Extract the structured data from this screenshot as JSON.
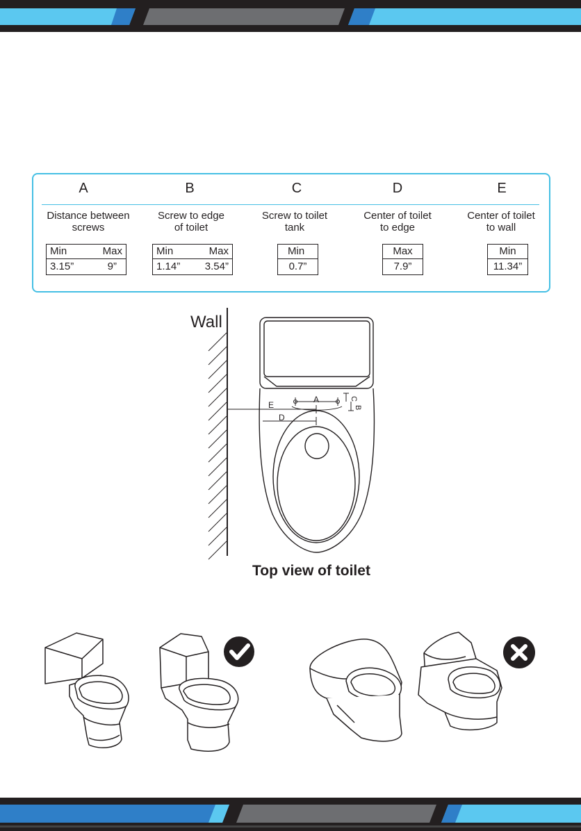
{
  "spec_table": {
    "columns": [
      {
        "letter": "A",
        "desc_line1": "Distance between",
        "desc_line2": "screws",
        "headers": [
          "Min",
          "Max"
        ],
        "values": [
          "3.15”",
          "9”"
        ]
      },
      {
        "letter": "B",
        "desc_line1": "Screw to edge",
        "desc_line2": "of toilet",
        "headers": [
          "Min",
          "Max"
        ],
        "values": [
          "1.14”",
          "3.54”"
        ]
      },
      {
        "letter": "C",
        "desc_line1": "Screw to toilet",
        "desc_line2": "tank",
        "headers": [
          "Min"
        ],
        "values": [
          "0.7”"
        ]
      },
      {
        "letter": "D",
        "desc_line1": "Center of toilet",
        "desc_line2": "to edge",
        "headers": [
          "Max"
        ],
        "values": [
          "7.9”"
        ]
      },
      {
        "letter": "E",
        "desc_line1": "Center of toilet",
        "desc_line2": "to wall",
        "headers": [
          "Min"
        ],
        "values": [
          "11.34”"
        ]
      }
    ]
  },
  "diagram": {
    "wall_label": "Wall",
    "caption": "Top view of toilet",
    "labels": {
      "a": "A",
      "b": "B",
      "c": "C",
      "d": "D",
      "e": "E"
    }
  },
  "compatibility": {
    "compatible_icon": "check-mark-icon",
    "incompatible_icon": "x-mark-icon"
  },
  "colors": {
    "accent": "#44bfe4",
    "light_blue": "#5bc8f0",
    "dark_blue": "#2f7fc8",
    "gray": "#6d6e71",
    "dark": "#231f20"
  }
}
